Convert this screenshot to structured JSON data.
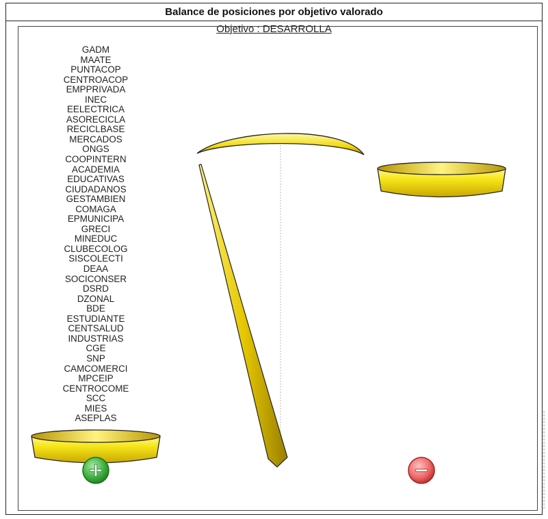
{
  "title": "Balance de posiciones por objetivo valorado",
  "subtitle": "Objetivo : DESARROLLA",
  "icons": {
    "plus": "plus-circle-icon",
    "minus": "minus-circle-icon"
  },
  "colors": {
    "pan_fill": "#f5e20a",
    "pan_dark": "#8a7600",
    "plus": "#2e9b2e",
    "minus": "#e03a3a"
  },
  "chart_data": {
    "type": "balance",
    "title": "Balance de posiciones por objetivo valorado",
    "subtitle": "Objetivo : DESARROLLA",
    "positive_side": {
      "symbol": "+",
      "actors": [
        "GADM",
        "MAATE",
        "PUNTACOP",
        "CENTROACOP",
        "EMPPRIVADA",
        "INEC",
        "EELECTRICA",
        "ASORECICLA",
        "RECICLBASE",
        "MERCADOS",
        "ONGS",
        "COOPINTERN",
        "ACADEMIA",
        "EDUCATIVAS",
        "CIUDADANOS",
        "GESTAMBIEN",
        "COMAGA",
        "EPMUNICIPA",
        "GRECI",
        "MINEDUC",
        "CLUBECOLOG",
        "SISCOLECTI",
        "DEAA",
        "SOCICONSER",
        "DSRD",
        "DZONAL",
        "BDE",
        "ESTUDIANTE",
        "CENTSALUD",
        "INDUSTRIAS",
        "CGE",
        "SNP",
        "CAMCOMERCI",
        "MPCEIP",
        "CENTROCOME",
        "SCC",
        "MIES",
        "ASEPLAS"
      ]
    },
    "negative_side": {
      "symbol": "−",
      "actors": []
    },
    "tilt": "positive"
  }
}
